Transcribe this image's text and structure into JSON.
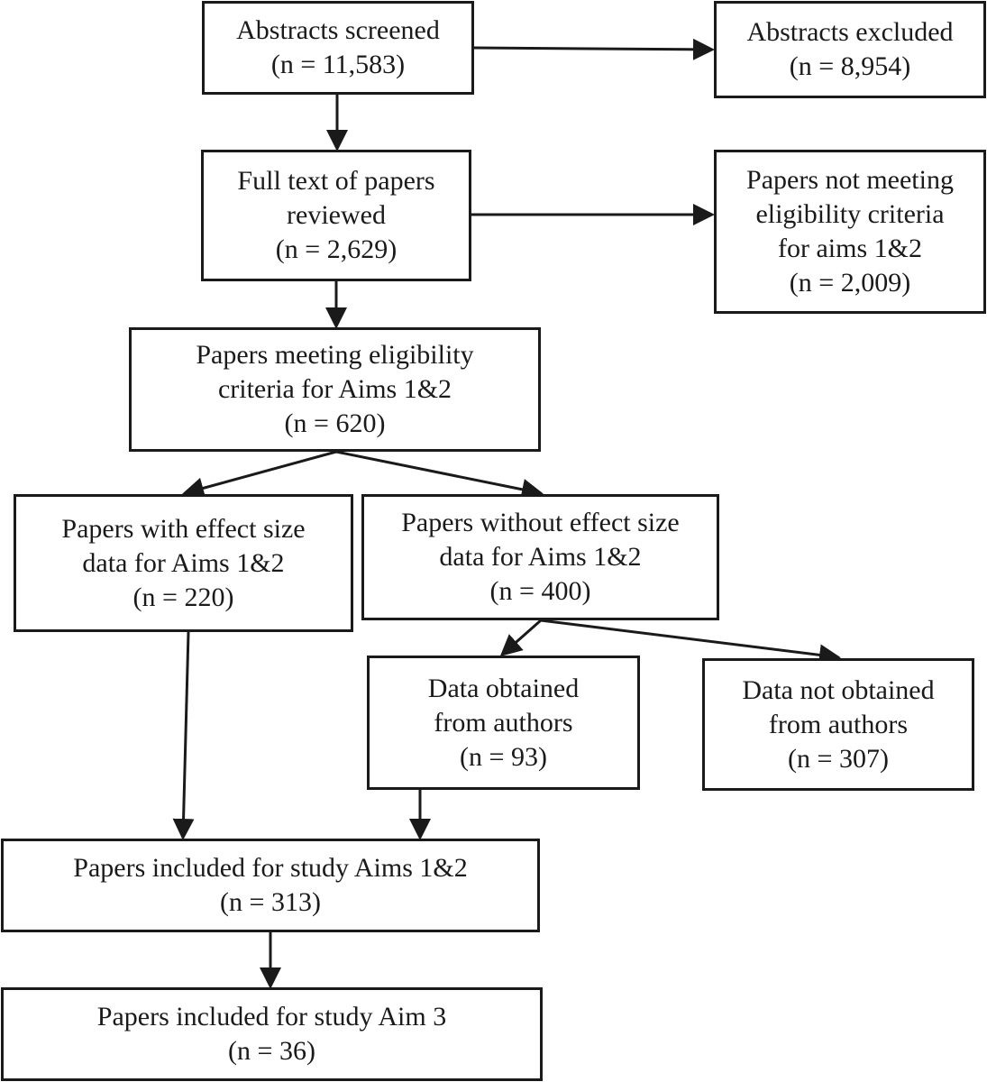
{
  "boxes": {
    "abstracts_screened": {
      "lines": [
        "Abstracts screened",
        "(n = 11,583)"
      ]
    },
    "abstracts_excluded": {
      "lines": [
        "Abstracts excluded",
        "(n = 8,954)"
      ]
    },
    "full_text_reviewed": {
      "lines": [
        "Full text of papers",
        "reviewed",
        "(n = 2,629)"
      ]
    },
    "not_meeting_criteria": {
      "lines": [
        "Papers not meeting",
        "eligibility criteria",
        "for aims 1&2",
        "(n = 2,009)"
      ]
    },
    "meeting_criteria": {
      "lines": [
        "Papers meeting eligibility",
        "criteria for Aims 1&2",
        "(n = 620)"
      ]
    },
    "with_effect_size": {
      "lines": [
        "Papers with effect size",
        "data for Aims 1&2",
        "(n = 220)"
      ]
    },
    "without_effect_size": {
      "lines": [
        "Papers without effect size",
        "data for Aims 1&2",
        "(n = 400)"
      ]
    },
    "data_obtained": {
      "lines": [
        "Data obtained",
        "from authors",
        "(n = 93)"
      ]
    },
    "data_not_obtained": {
      "lines": [
        "Data not obtained",
        "from authors",
        "(n = 307)"
      ]
    },
    "included_aims_1_2": {
      "lines": [
        "Papers included for study Aims 1&2",
        "(n = 313)"
      ]
    },
    "included_aim_3": {
      "lines": [
        "Papers included for study Aim 3",
        "(n = 36)"
      ]
    }
  }
}
